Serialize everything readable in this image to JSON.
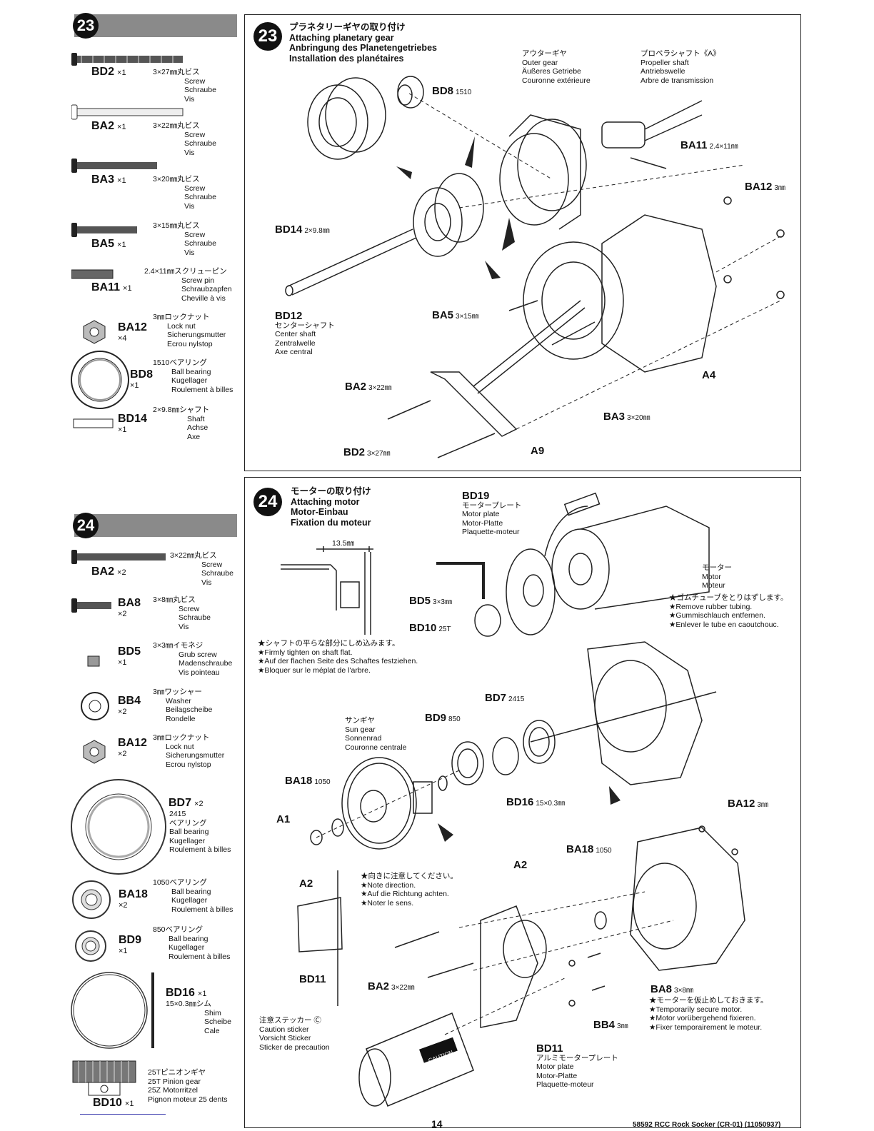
{
  "steps": {
    "s23": "23",
    "s24": "24"
  },
  "parts23": [
    {
      "code": "BD2",
      "qty": "×1",
      "desc": [
        "3×27㎜丸ビス",
        "Screw",
        "Schraube",
        "Vis"
      ]
    },
    {
      "code": "BA2",
      "qty": "×1",
      "desc": [
        "3×22㎜丸ビス",
        "Screw",
        "Schraube",
        "Vis"
      ]
    },
    {
      "code": "BA3",
      "qty": "×1",
      "desc": [
        "3×20㎜丸ビス",
        "Screw",
        "Schraube",
        "Vis"
      ]
    },
    {
      "code": "BA5",
      "qty": "×1",
      "desc": [
        "3×15㎜丸ビス",
        "Screw",
        "Schraube",
        "Vis"
      ]
    },
    {
      "code": "BA11",
      "qty": "×1",
      "desc": [
        "2.4×11㎜スクリューピン",
        "Screw pin",
        "Schraubzapfen",
        "Cheville à vis"
      ]
    },
    {
      "code": "BA12",
      "qty": "×4",
      "desc": [
        "3㎜ロックナット",
        "Lock nut",
        "Sicherungsmutter",
        "Ecrou nylstop"
      ]
    },
    {
      "code": "BD8",
      "qty": "×1",
      "desc": [
        "1510ベアリング",
        "Ball bearing",
        "Kugellager",
        "Roulement à billes"
      ]
    },
    {
      "code": "BD14",
      "qty": "×1",
      "desc": [
        "2×9.8㎜シャフト",
        "Shaft",
        "Achse",
        "Axe"
      ]
    }
  ],
  "parts24": [
    {
      "code": "BA2",
      "qty": "×2",
      "desc": [
        "3×22㎜丸ビス",
        "Screw",
        "Schraube",
        "Vis"
      ]
    },
    {
      "code": "BA8",
      "qty": "×2",
      "desc": [
        "3×8㎜丸ビス",
        "Screw",
        "Schraube",
        "Vis"
      ]
    },
    {
      "code": "BD5",
      "qty": "×1",
      "desc": [
        "3×3㎜イモネジ",
        "Grub screw",
        "Madenschraube",
        "Vis pointeau"
      ]
    },
    {
      "code": "BB4",
      "qty": "×2",
      "desc": [
        "3㎜ワッシャー",
        "Washer",
        "Beilagscheibe",
        "Rondelle"
      ]
    },
    {
      "code": "BA12",
      "qty": "×2",
      "desc": [
        "3㎜ロックナット",
        "Lock nut",
        "Sicherungsmutter",
        "Ecrou nylstop"
      ]
    },
    {
      "code": "BD7",
      "qty": "×2",
      "desc": [
        "2415",
        "ベアリング",
        "Ball bearing",
        "Kugellager",
        "Roulement à billes"
      ]
    },
    {
      "code": "BA18",
      "qty": "×2",
      "desc": [
        "1050ベアリング",
        "Ball bearing",
        "Kugellager",
        "Roulement à billes"
      ]
    },
    {
      "code": "BD9",
      "qty": "×1",
      "desc": [
        "850ベアリング",
        "Ball bearing",
        "Kugellager",
        "Roulement à billes"
      ]
    },
    {
      "code": "BD16",
      "qty": "×1",
      "desc": [
        "15×0.3㎜シム",
        "Shim",
        "Scheibe",
        "Cale"
      ]
    },
    {
      "code": "BD10",
      "qty": "×1",
      "desc": [
        "25Tピニオンギヤ",
        "25T Pinion gear",
        "25Z Motorritzel",
        "Pignon moteur 25 dents"
      ]
    }
  ],
  "panel23": {
    "title": [
      "プラネタリーギヤの取り付け",
      "Attaching planetary gear",
      "Anbringung des Planetengetriebes",
      "Installation des planétaires"
    ],
    "outer_gear": [
      "アウターギヤ",
      "Outer gear",
      "Äußeres Getriebe",
      "Couronne extérieure"
    ],
    "propeller": [
      "プロペラシャフト《A》",
      "Propeller shaft",
      "Antriebswelle",
      "Arbre de transmission"
    ],
    "center_shaft": [
      "センターシャフト",
      "Center shaft",
      "Zentralwelle",
      "Axe central"
    ],
    "labels": {
      "bd8": "BD8",
      "bd8s": "1510",
      "ba11": "BA11",
      "ba11s": "2.4×11㎜",
      "ba12": "BA12",
      "ba12s": "3㎜",
      "bd14": "BD14",
      "bd14s": "2×9.8㎜",
      "bd12": "BD12",
      "ba5": "BA5",
      "ba5s": "3×15㎜",
      "a4": "A4",
      "ba2": "BA2",
      "ba2s": "3×22㎜",
      "ba3": "BA3",
      "ba3s": "3×20㎜",
      "bd2": "BD2",
      "bd2s": "3×27㎜",
      "a9": "A9"
    }
  },
  "panel24": {
    "title": [
      "モーターの取り付け",
      "Attaching motor",
      "Motor-Einbau",
      "Fixation du moteur"
    ],
    "dim": "13.5㎜",
    "motor_plate": [
      "BD19",
      "モータープレート",
      "Motor plate",
      "Motor-Platte",
      "Plaquette-moteur"
    ],
    "motor": [
      "モーター",
      "Motor",
      "Moteur"
    ],
    "rubber": [
      "★ゴムチューブをとりはずします。",
      "★Remove rubber tubing.",
      "★Gummischlauch entfernen.",
      "★Enlever le tube en caoutchouc."
    ],
    "shaft_note": [
      "★シャフトの平らな部分にしめ込みます。",
      "★Firmly tighten on shaft flat.",
      "★Auf der flachen Seite des Schaftes festziehen.",
      "★Bloquer sur le méplat de l'arbre."
    ],
    "sun_gear": [
      "サンギヤ",
      "Sun gear",
      "Sonnenrad",
      "Couronne centrale"
    ],
    "direction": [
      "★向きに注意してください。",
      "★Note direction.",
      "★Auf die Richtung achten.",
      "★Noter le sens."
    ],
    "temp": [
      "★モーターを仮止めしておきます。",
      "★Temporarily secure motor.",
      "★Motor vorübergehend fixieren.",
      "★Fixer temporairement le moteur."
    ],
    "caution": [
      "注意ステッカー Ⓒ",
      "Caution sticker",
      "Vorsicht Sticker",
      "Sticker de precaution"
    ],
    "bd11": [
      "BD11",
      "アルミモータープレート",
      "Motor plate",
      "Motor-Platte",
      "Plaquette-moteur"
    ],
    "labels": {
      "bd5": "BD5",
      "bd5s": "3×3㎜",
      "bd10": "BD10",
      "bd10s": "25T",
      "bd7": "BD7",
      "bd7s": "2415",
      "bd9": "BD9",
      "bd9s": "850",
      "ba18a": "BA18",
      "ba18as": "1050",
      "a1": "A1",
      "bd16": "BD16",
      "bd16s": "15×0.3㎜",
      "ba12": "BA12",
      "ba12s": "3㎜",
      "ba18b": "BA18",
      "ba18bs": "1050",
      "a2a": "A2",
      "a2b": "A2",
      "bd11": "BD11",
      "ba2": "BA2",
      "ba2s": "3×22㎜",
      "ba8": "BA8",
      "ba8s": "3×8㎜",
      "bb4": "BB4",
      "bb4s": "3㎜"
    },
    "sticker_text": "CAUTION"
  },
  "footer": {
    "page": "14",
    "doc": "58592 RCC Rock Socker (CR-01) (11050937)"
  }
}
